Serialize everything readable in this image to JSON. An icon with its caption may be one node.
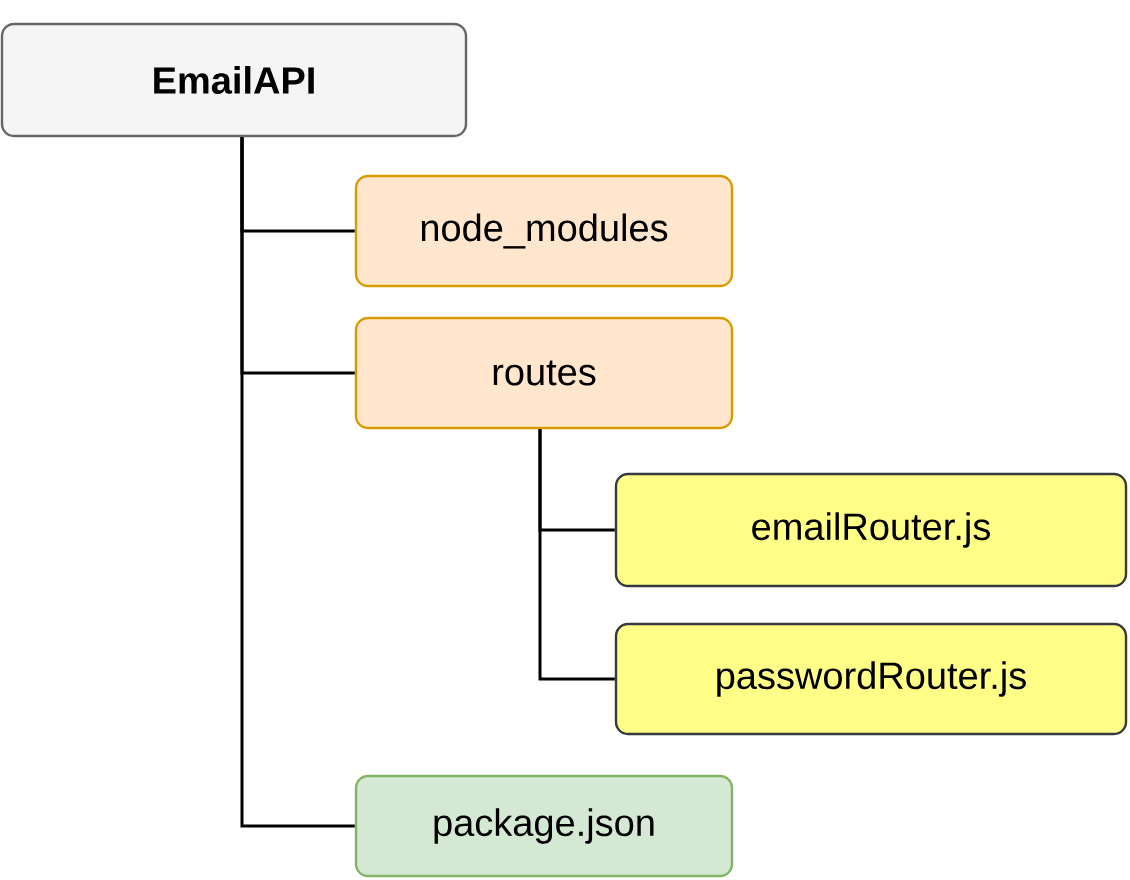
{
  "diagram": {
    "nodes": [
      {
        "text": [
          "EmailAPI"
        ]
      },
      {
        "text": [
          "node_modules"
        ]
      },
      {
        "text": [
          "routes"
        ]
      },
      {
        "text": [
          "emailRouter.js"
        ]
      },
      {
        "text": [
          "passwordRouter.js"
        ]
      },
      {
        "text": [
          "package.json"
        ]
      }
    ],
    "edges": [
      {
        "from": 0,
        "to": 1,
        "arrow": "none"
      },
      {
        "from": 0,
        "to": 2,
        "arrow": "none"
      },
      {
        "from": 2,
        "to": 3,
        "arrow": "none"
      },
      {
        "from": 2,
        "to": 4,
        "arrow": "none"
      },
      {
        "from": 0,
        "to": 5,
        "arrow": "none"
      }
    ]
  }
}
